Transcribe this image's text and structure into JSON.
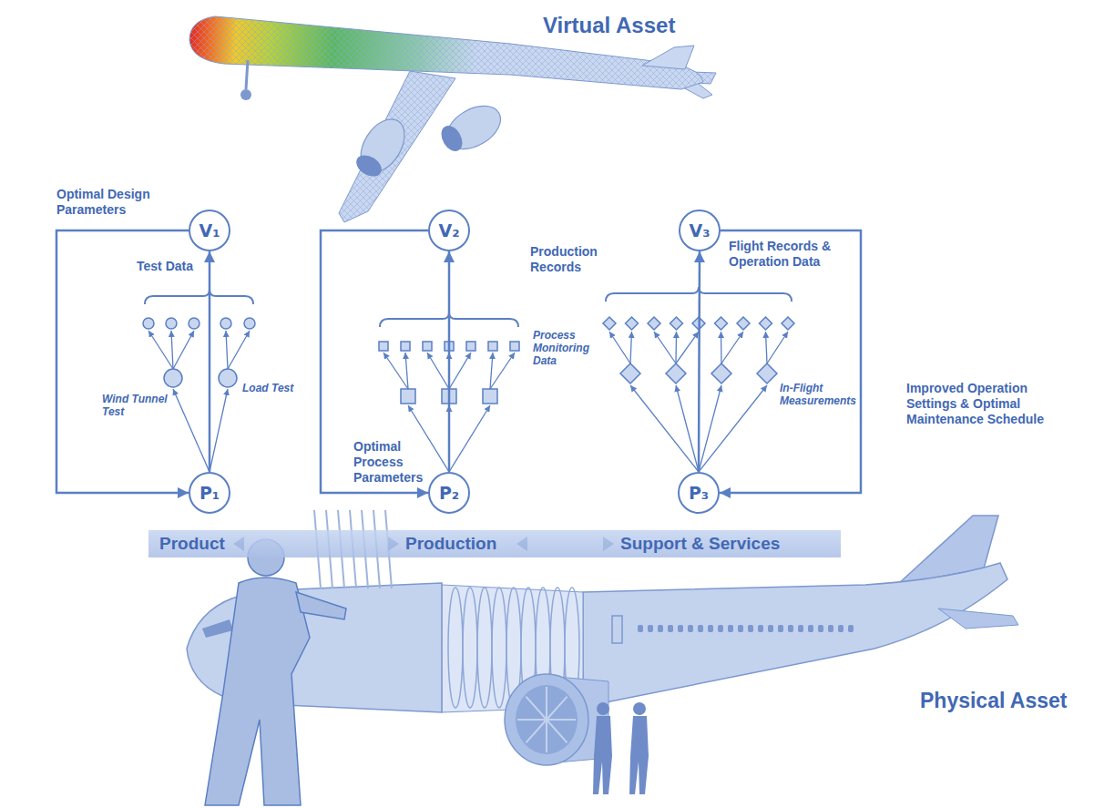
{
  "diagram": {
    "nodes": [
      {
        "text": [
          "V₁"
        ]
      },
      {
        "text": [
          "V₂"
        ]
      },
      {
        "text": [
          "V₃"
        ]
      },
      {
        "text": [
          "P₁"
        ]
      },
      {
        "text": [
          "P₂"
        ]
      },
      {
        "text": [
          "P₃"
        ]
      },
      {
        "text": [
          "Product",
          "Production",
          "Support & Services"
        ]
      }
    ],
    "edges": [
      {
        "from": 3,
        "to": 0,
        "arrow": "to",
        "label": "Test Data"
      },
      {
        "from": 0,
        "to": 3,
        "arrow": "to",
        "label": "Optimal Design Parameters"
      },
      {
        "from": 4,
        "to": 1,
        "arrow": "to",
        "label": "Production Records"
      },
      {
        "from": 1,
        "to": 4,
        "arrow": "to",
        "label": "Optimal Process Parameters"
      },
      {
        "from": 5,
        "to": 2,
        "arrow": "to",
        "label": "Flight Records & Operation Data"
      },
      {
        "from": 2,
        "to": 5,
        "arrow": "to",
        "label": "Improved Operation Settings & Optimal Maintenance Schedule"
      }
    ],
    "labels": [
      "Virtual Asset",
      "Wind Tunnel Test",
      "Load Test",
      "Process Monitoring Data",
      "In-Flight Measurements",
      "Physical Asset"
    ]
  }
}
